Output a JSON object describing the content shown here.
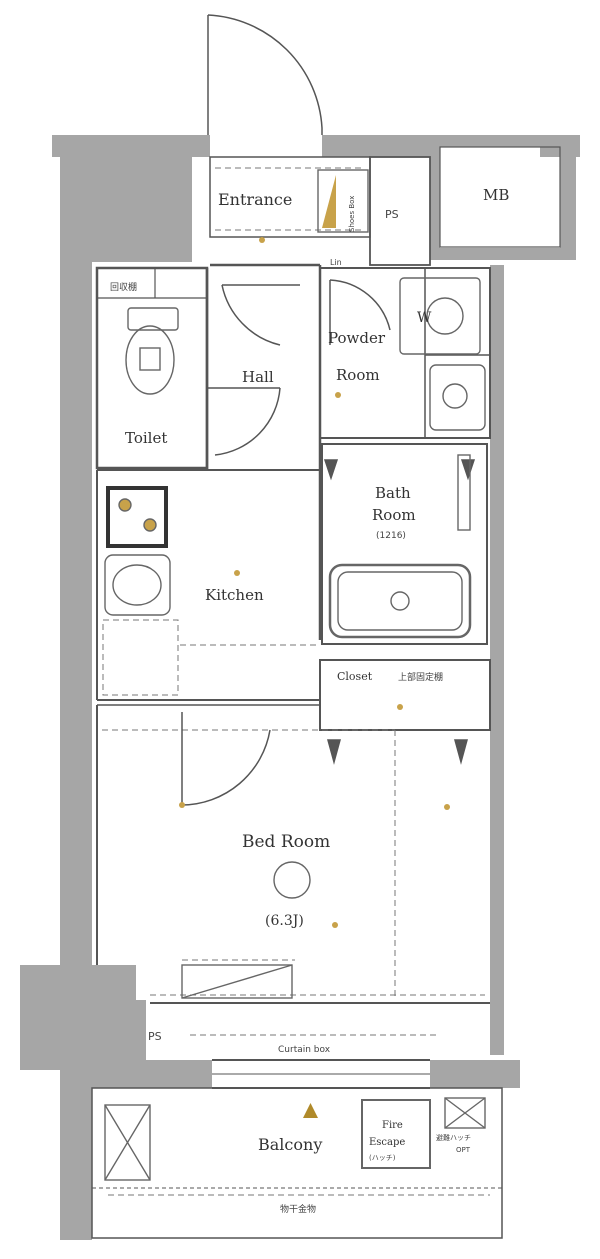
{
  "rooms": {
    "entrance": "Entrance",
    "shoes_box": "Shoes Box",
    "ps_top": "PS",
    "mb": "MB",
    "closet_small": "回収棚",
    "linen": "Lin",
    "hall": "Hall",
    "powder_room_1": "Powder",
    "powder_room_2": "Room",
    "washer": "W",
    "toilet": "Toilet",
    "bath_room_1": "Bath",
    "bath_room_2": "Room",
    "bath_size": "(1216)",
    "kitchen": "Kitchen",
    "closet": "Closet",
    "closet_note": "上部固定棚",
    "bed_room": "Bed Room",
    "bed_size": "(6.3J)",
    "ps_bottom": "PS",
    "curtain_box": "Curtain box",
    "balcony": "Balcony",
    "fire_escape_1": "Fire",
    "fire_escape_2": "Escape",
    "fire_escape_3": "(ハッチ)",
    "balcony_note_1": "避難ハッチ",
    "balcony_note_2": "OPT",
    "balcony_bottom": "物干金物"
  },
  "colors": {
    "wall": "#a6a6a6",
    "wall_dark": "#8a8a8a",
    "line": "#555555",
    "fixture": "#c8a24a",
    "marker": "#b08a2a"
  }
}
